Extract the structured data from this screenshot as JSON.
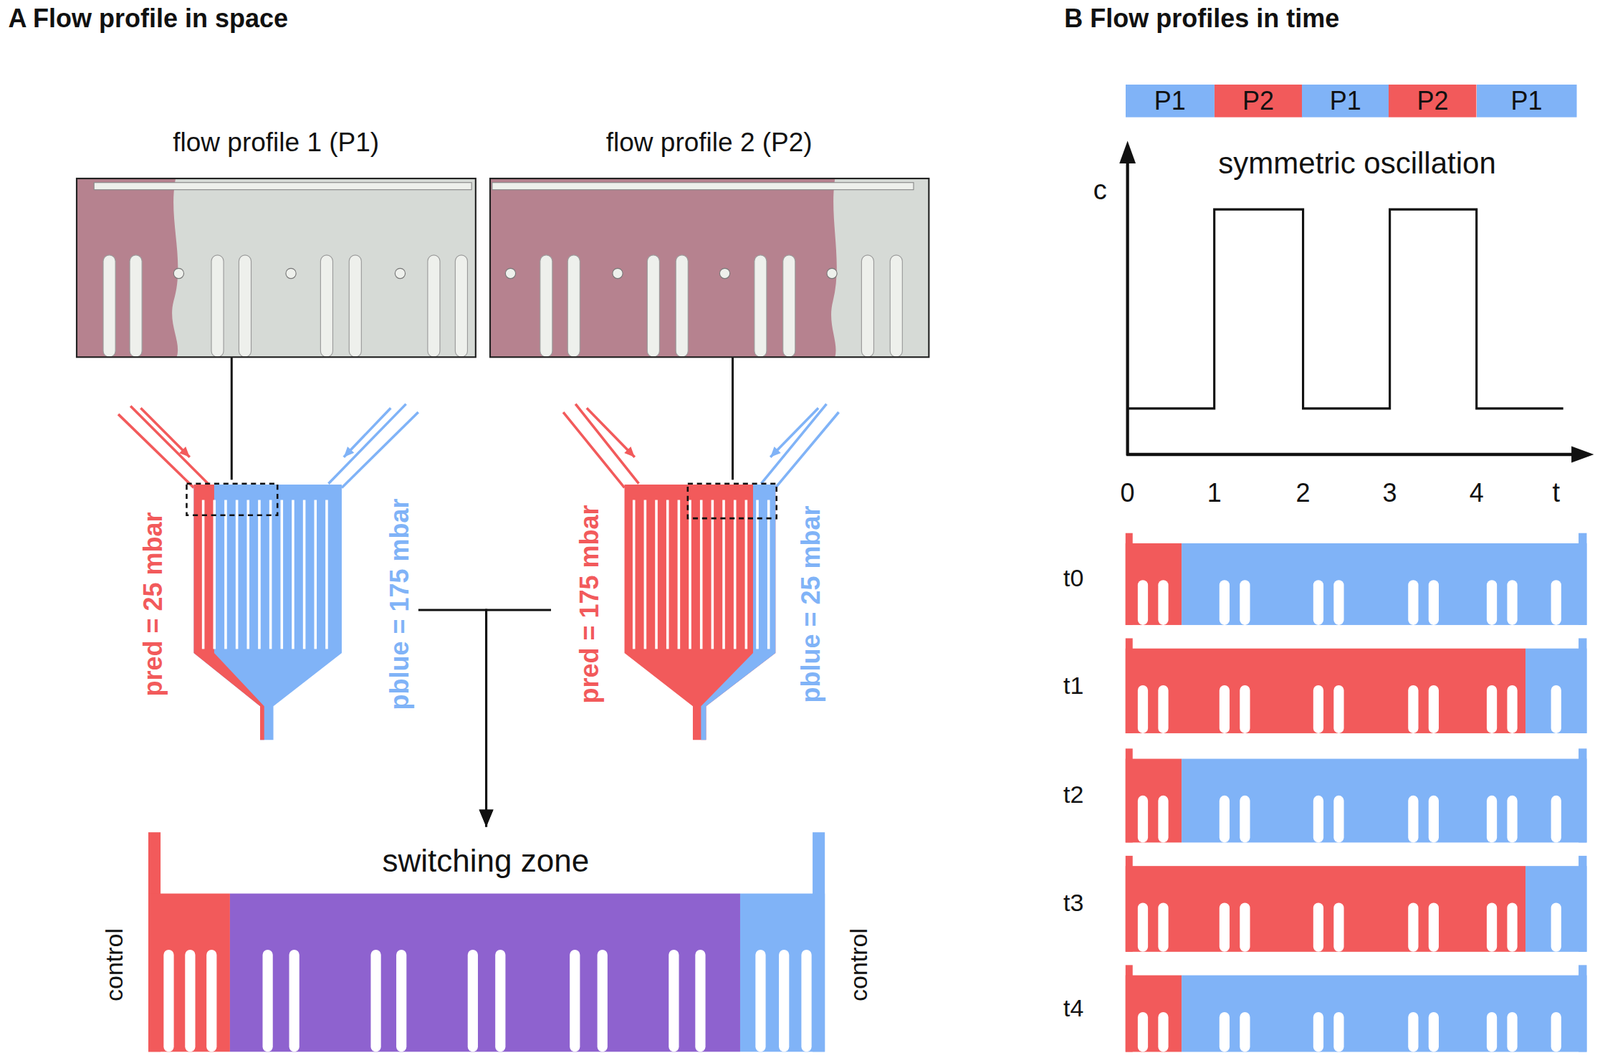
{
  "diagram": {
    "nodes": [
      {
        "text": [
          "flow profile 1 (P1)"
        ]
      },
      {
        "text": [
          "flow profile 2 (P2)"
        ]
      },
      {
        "text": [
          "pred = 25 mbar",
          "pblue = 175 mbar"
        ]
      },
      {
        "text": [
          "pred = 175 mbar",
          "pblue = 25 mbar"
        ]
      },
      {
        "text": [
          "switching zone"
        ]
      },
      {
        "text": [
          "P1"
        ]
      },
      {
        "text": [
          "P2"
        ]
      },
      {
        "text": [
          "P1"
        ]
      },
      {
        "text": [
          "P2"
        ]
      },
      {
        "text": [
          "P1"
        ]
      }
    ],
    "edges": [
      {
        "from": 0,
        "to": 2,
        "arrow": "none"
      },
      {
        "from": 1,
        "to": 3,
        "arrow": "none"
      },
      {
        "from": 2,
        "to": 4,
        "arrow": "to"
      },
      {
        "from": 3,
        "to": 4,
        "arrow": "to"
      }
    ],
    "labels": [
      "A Flow profile in space",
      "B Flow profiles in time",
      "control",
      "control",
      "symmetric oscillation",
      "c",
      "t",
      "0",
      "1",
      "2",
      "3",
      "4",
      "t0",
      "t1",
      "t2",
      "t3",
      "t4"
    ]
  }
}
